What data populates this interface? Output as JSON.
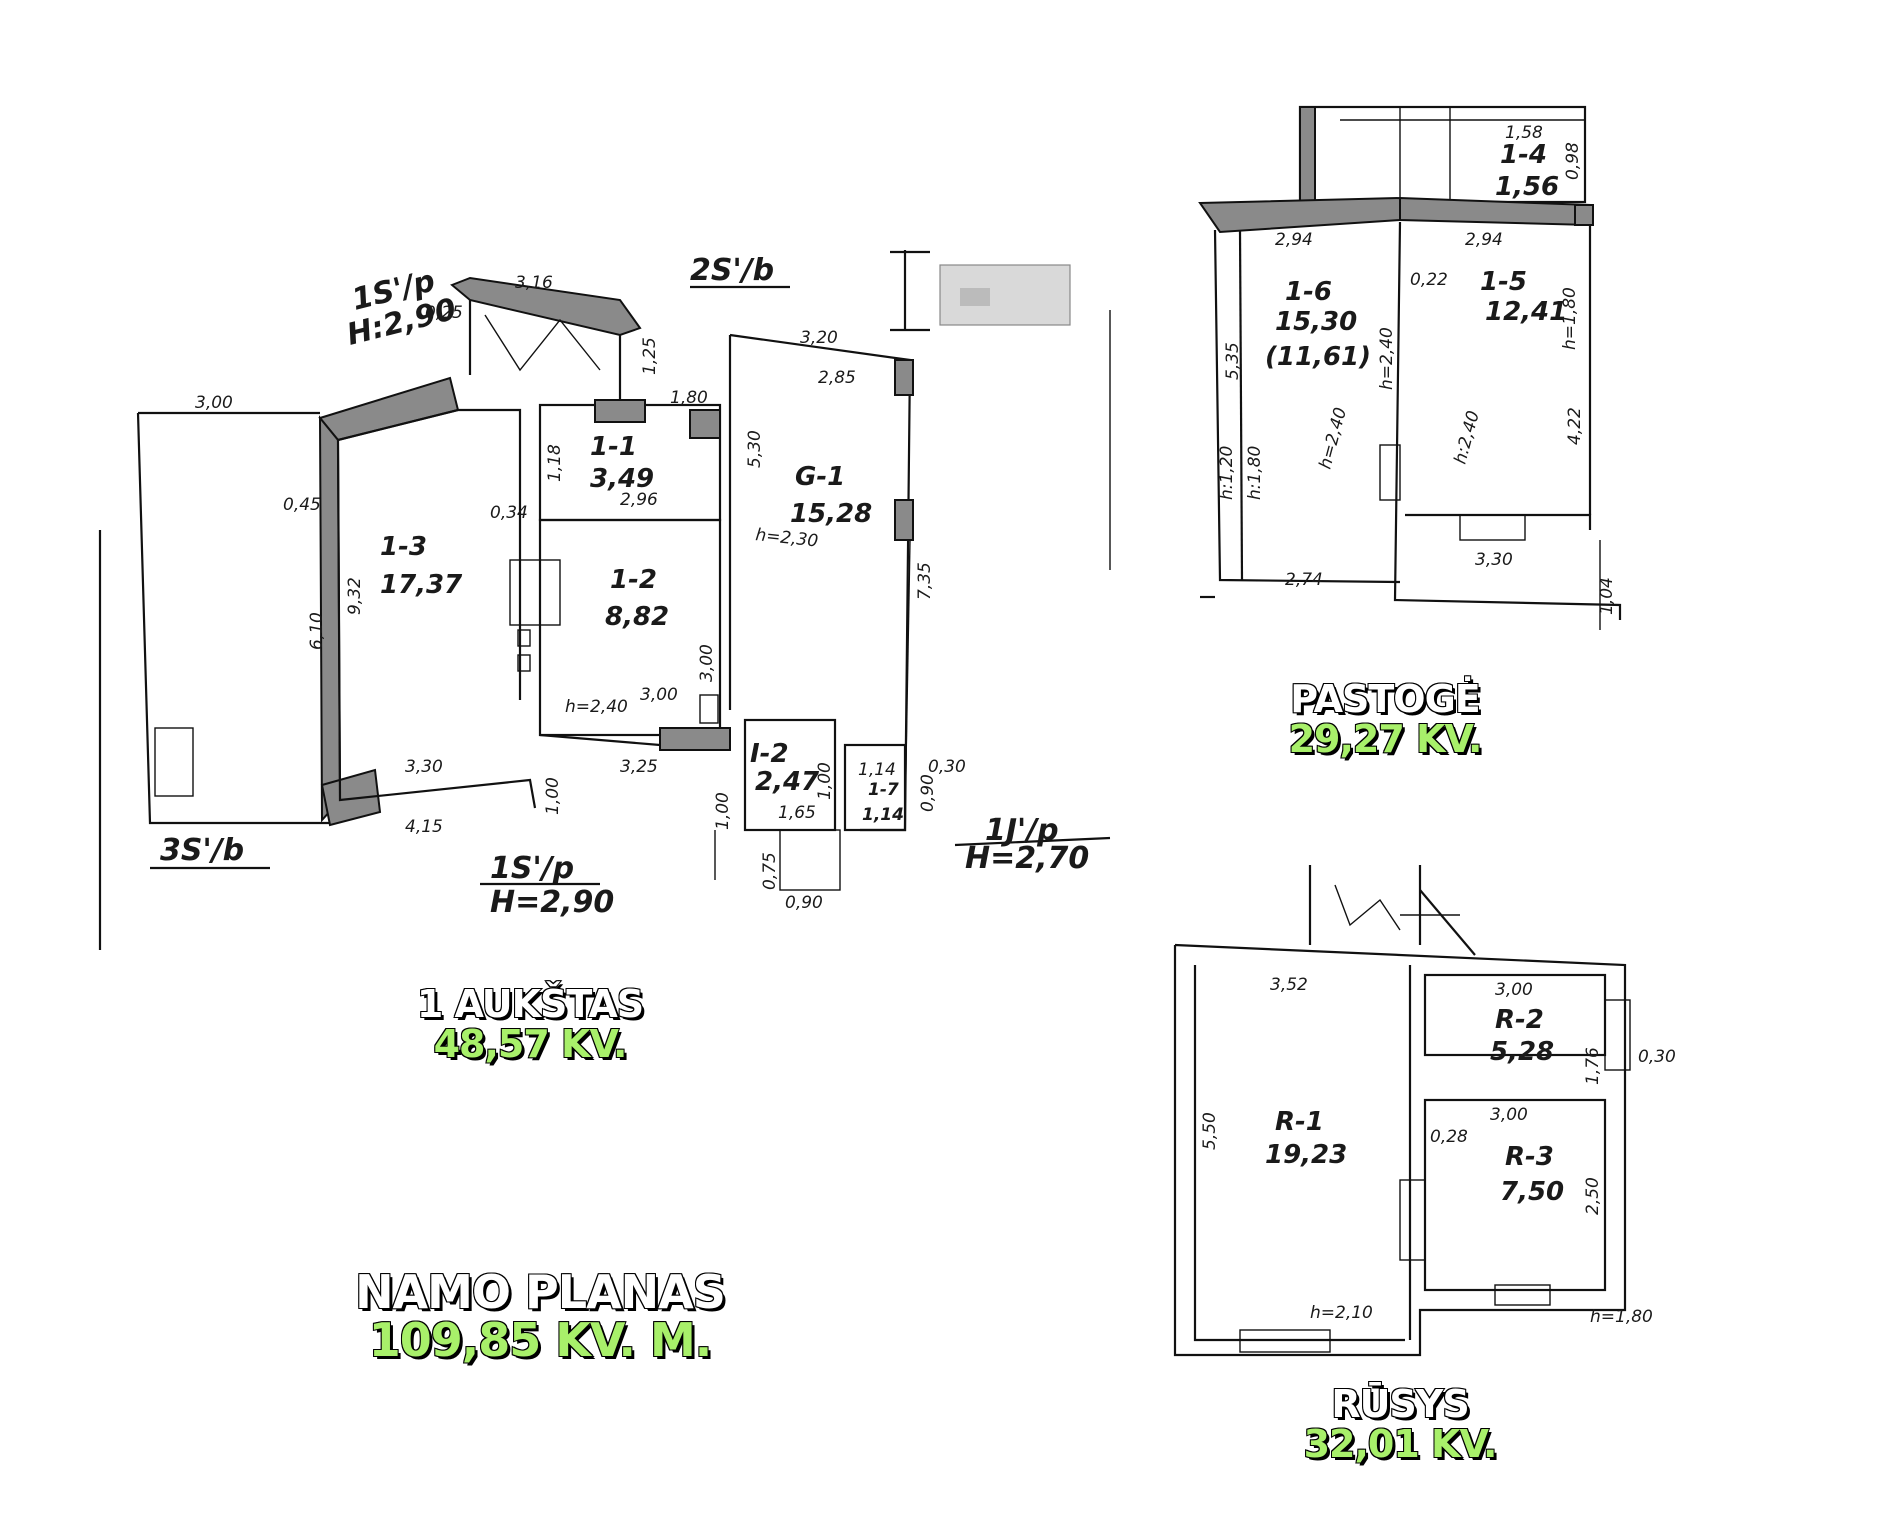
{
  "captions": {
    "first_floor": {
      "title": "1 AUKŠTAS",
      "area": "48,57 KV."
    },
    "attic": {
      "title": "PASTOGĖ",
      "area": "29,27 KV."
    },
    "basement": {
      "title": "RŪSYS",
      "area": "32,01 KV."
    },
    "house": {
      "title": "NAMO PLANAS",
      "area": "109,85 KV. M."
    }
  },
  "first_floor": {
    "rooms": [
      {
        "id": "1-1",
        "area": "3,49"
      },
      {
        "id": "1-2",
        "area": "8,82"
      },
      {
        "id": "1-3",
        "area": "17,37"
      },
      {
        "id": "G-1",
        "area": "15,28"
      },
      {
        "id": "I-2",
        "area": "2,47"
      },
      {
        "id": "1-7",
        "area": "1,14"
      }
    ],
    "labels": {
      "wall_top_left": "1S'/p",
      "height_top_left": "H:2,90",
      "wall_bottom_mid": "1S'/p",
      "height_bottom_mid": "H=2,90",
      "wall_top": "2S'/b",
      "wall_bottom_left": "3S'/b",
      "wall_bottom_right": "1J'/p",
      "height_bottom_right": "H=2,70"
    },
    "dims": [
      "3,00",
      "3,16",
      "0,25",
      "1,25",
      "1,80",
      "3,20",
      "2,85",
      "1,18",
      "2,96",
      "0,45",
      "0,34",
      "5,30",
      "h=2,30",
      "9,32",
      "6,10",
      "3,00",
      "3,00",
      "h=2,40",
      "3,30",
      "3,25",
      "4,15",
      "1,00",
      "1,00",
      "1,65",
      "1,00",
      "1,14",
      "0,30",
      "0,90",
      "0,75",
      "0,90",
      "7,35"
    ]
  },
  "attic": {
    "rooms": [
      {
        "id": "1-4",
        "area": "1,56"
      },
      {
        "id": "1-6",
        "area": "15,30",
        "sub": "(11,61)"
      },
      {
        "id": "1-5",
        "area": "12,41"
      }
    ],
    "dims": [
      "1,58",
      "0,98",
      "2,94",
      "2,94",
      "0,22",
      "5,35",
      "h:1,20",
      "h:1,80",
      "h=2,40",
      "h=2,40",
      "h=1,80",
      "h:2,40",
      "4,22",
      "2,74",
      "3,30",
      "1,04"
    ]
  },
  "basement": {
    "rooms": [
      {
        "id": "R-1",
        "area": "19,23"
      },
      {
        "id": "R-2",
        "area": "5,28"
      },
      {
        "id": "R-3",
        "area": "7,50"
      }
    ],
    "dims": [
      "3,52",
      "3,00",
      "1,76",
      "0,30",
      "5,50",
      "3,00",
      "0,28",
      "2,50",
      "h=2,10",
      "h=1,80"
    ]
  }
}
